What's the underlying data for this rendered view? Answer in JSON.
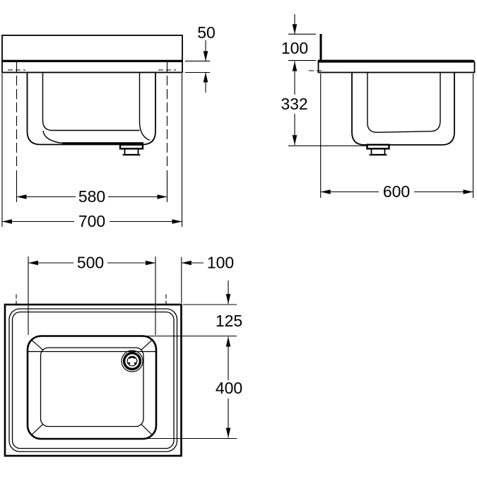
{
  "colors": {
    "line": "#000000",
    "background": "#ffffff"
  },
  "views": {
    "front": {
      "dims": {
        "apron": {
          "label": "50"
        },
        "fixing": {
          "label": "580"
        },
        "width": {
          "label": "700"
        }
      }
    },
    "side": {
      "dims": {
        "backsplash": {
          "label": "100"
        },
        "depth": {
          "label": "332"
        },
        "width": {
          "label": "600"
        }
      }
    },
    "plan": {
      "dims": {
        "bowl_width": {
          "label": "500"
        },
        "rear_offset": {
          "label": "100"
        },
        "front_offset": {
          "label": "125"
        },
        "bowl_depth": {
          "label": "400"
        }
      }
    }
  }
}
